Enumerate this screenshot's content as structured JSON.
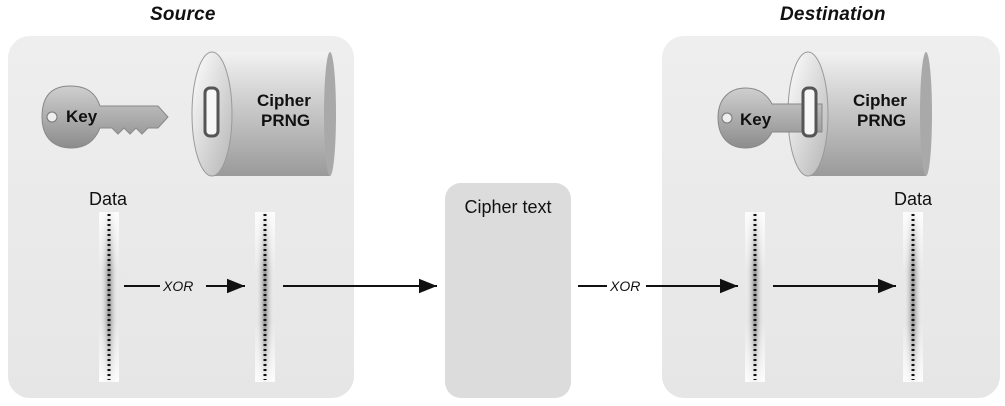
{
  "titles": {
    "source": "Source",
    "destination": "Destination"
  },
  "source": {
    "key_label": "Key",
    "cipher_line1": "Cipher",
    "cipher_line2": "PRNG",
    "data_label": "Data",
    "xor_label": "XOR"
  },
  "middle": {
    "cipher_text_label": "Cipher text",
    "xor_label": "XOR"
  },
  "destination": {
    "key_label": "Key",
    "cipher_line1": "Cipher",
    "cipher_line2": "PRNG",
    "data_label": "Data"
  }
}
